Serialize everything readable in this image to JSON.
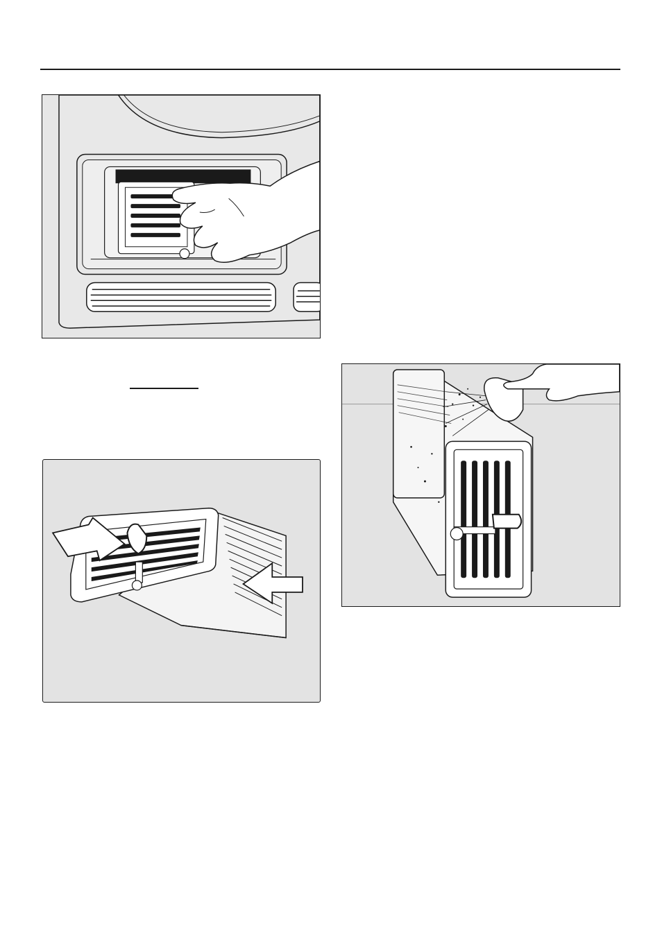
{
  "figures": [
    {
      "id": "fig-a",
      "icon": "dryer-filter-removal-illustration"
    },
    {
      "id": "fig-b",
      "icon": "filter-insert-arrows-illustration"
    },
    {
      "id": "fig-c",
      "icon": "filter-rinse-shower-illustration"
    }
  ],
  "colors": {
    "line": "#1a1a1a",
    "panel": "#e6e6e6",
    "white": "#ffffff"
  }
}
